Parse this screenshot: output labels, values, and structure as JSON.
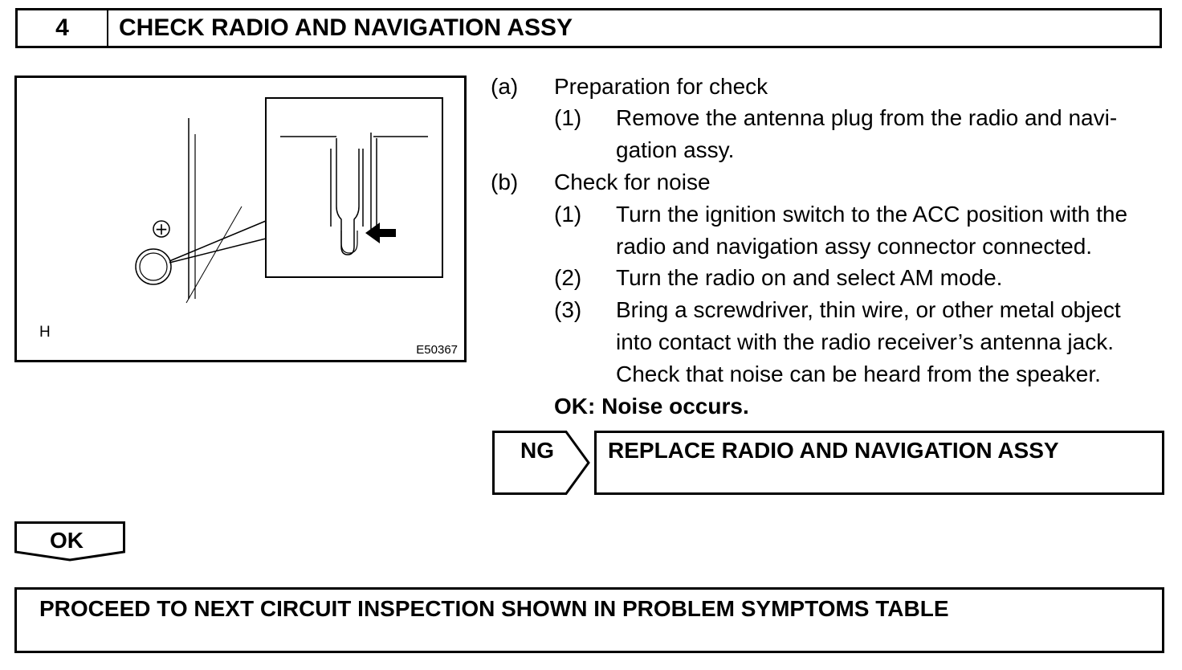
{
  "step": {
    "number": "4",
    "title": "CHECK RADIO AND NAVIGATION ASSY"
  },
  "figure": {
    "corner_mark": "H",
    "code": "E50367",
    "plus_symbol": "+"
  },
  "instructions": {
    "a": {
      "label": "(a)",
      "text": "Preparation for check"
    },
    "a1": {
      "label": "(1)",
      "line1": "Remove the antenna plug from the radio and navi-",
      "line2": "gation assy."
    },
    "b": {
      "label": "(b)",
      "text": "Check for noise"
    },
    "b1": {
      "label": "(1)",
      "line1": "Turn the ignition switch to the ACC position with the",
      "line2": "radio and navigation assy connector connected."
    },
    "b2": {
      "label": "(2)",
      "line1": "Turn the radio on and select AM mode."
    },
    "b3": {
      "label": "(3)",
      "line1": "Bring a screwdriver, thin wire, or other metal object",
      "line2": "into contact with the radio receiver’s antenna jack.",
      "line3": "Check that noise can be heard from the speaker."
    },
    "ok": "OK: Noise occurs."
  },
  "ng": {
    "label": "NG",
    "result": "REPLACE RADIO AND NAVIGATION ASSY"
  },
  "ok": {
    "label": "OK"
  },
  "final": {
    "text": "PROCEED TO NEXT CIRCUIT INSPECTION SHOWN IN PROBLEM SYMPTOMS TABLE"
  }
}
